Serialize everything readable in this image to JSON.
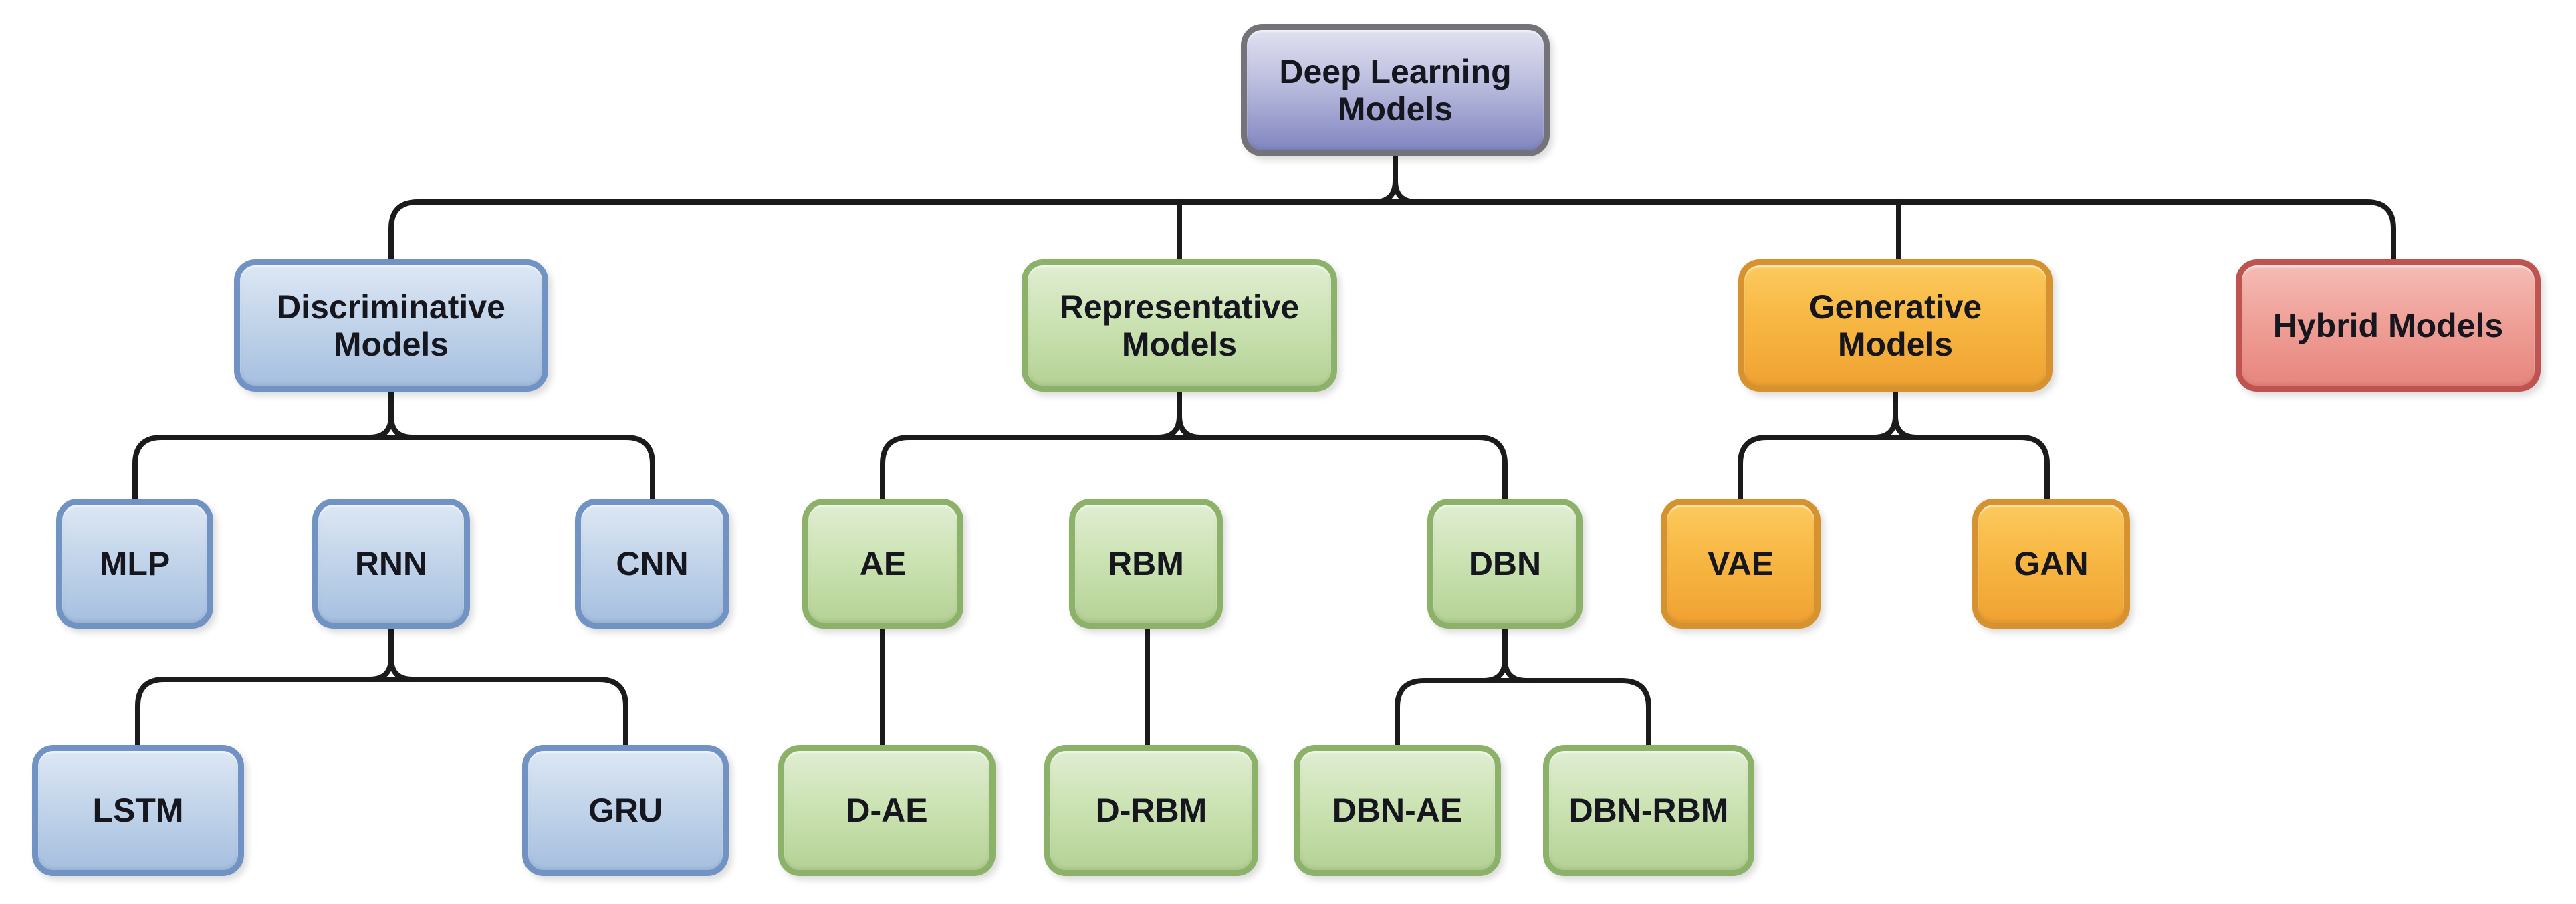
{
  "figure": {
    "type": "hierarchy-diagram",
    "title": "Deep Learning Models",
    "background": "#ffffff"
  },
  "palette": {
    "root_purple": "#8185c0",
    "discriminative_blue": "#a6c0e0",
    "representative_green": "#b5d295",
    "generative_orange": "#f0a232",
    "hybrid_red": "#e7857d",
    "connector_black": "#1b1b1b",
    "label_text": "#16161f"
  },
  "nodes": {
    "root": {
      "label": "Deep Learning Models"
    },
    "disc": {
      "label": "Discriminative Models"
    },
    "repr": {
      "label": "Representative Models"
    },
    "gene": {
      "label": "Generative Models"
    },
    "hybr": {
      "label": "Hybrid Models"
    },
    "mlp": {
      "label": "MLP"
    },
    "rnn": {
      "label": "RNN"
    },
    "cnn": {
      "label": "CNN"
    },
    "ae": {
      "label": "AE"
    },
    "rbm": {
      "label": "RBM"
    },
    "dbn": {
      "label": "DBN"
    },
    "vae": {
      "label": "VAE"
    },
    "gan": {
      "label": "GAN"
    },
    "lstm": {
      "label": "LSTM"
    },
    "gru": {
      "label": "GRU"
    },
    "dae": {
      "label": "D-AE"
    },
    "drbm": {
      "label": "D-RBM"
    },
    "dbnae": {
      "label": "DBN-AE"
    },
    "dbnrbm": {
      "label": "DBN-RBM"
    }
  },
  "edges": [
    {
      "from": "root",
      "to": [
        "disc",
        "repr",
        "gene",
        "hybr"
      ]
    },
    {
      "from": "disc",
      "to": [
        "mlp",
        "rnn",
        "cnn"
      ]
    },
    {
      "from": "rnn",
      "to": [
        "lstm",
        "gru"
      ]
    },
    {
      "from": "repr",
      "to": [
        "ae",
        "rbm",
        "dbn"
      ]
    },
    {
      "from": "ae",
      "to": [
        "dae"
      ]
    },
    {
      "from": "rbm",
      "to": [
        "drbm"
      ]
    },
    {
      "from": "dbn",
      "to": [
        "dbnae",
        "dbnrbm"
      ]
    },
    {
      "from": "gene",
      "to": [
        "vae",
        "gan"
      ]
    }
  ]
}
